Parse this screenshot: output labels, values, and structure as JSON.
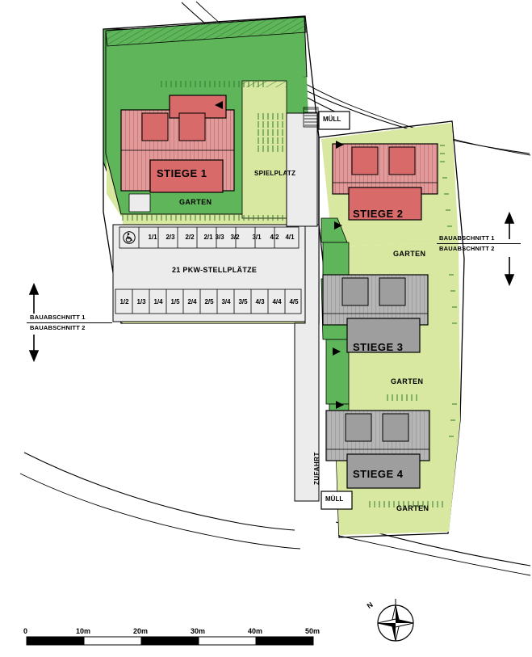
{
  "plan": {
    "buildings": [
      {
        "id": "stiege-1",
        "label": "STIEGE 1",
        "color": "#d96a6a"
      },
      {
        "id": "stiege-2",
        "label": "STIEGE 2",
        "color": "#d96a6a"
      },
      {
        "id": "stiege-3",
        "label": "STIEGE 3",
        "color": "#9e9e9e"
      },
      {
        "id": "stiege-4",
        "label": "STIEGE 4",
        "color": "#9e9e9e"
      }
    ],
    "areas": {
      "garten_1": "GARTEN",
      "garten_2": "GARTEN",
      "garten_3": "GARTEN",
      "garten_4": "GARTEN",
      "spielplatz": "SPIELPLATZ",
      "muell_top": "MÜLL",
      "muell_bottom": "MÜLL",
      "zufahrt": "ZUFAHRT"
    },
    "parking": {
      "title": "21 PKW-STELLPLÄTZE",
      "accessible_icon": "wheelchair-icon",
      "upper_row": [
        "1/1",
        "2/3",
        "2/2",
        "2/1",
        "3/3",
        "3/2",
        "3/1",
        "4/2",
        "4/1"
      ],
      "lower_row": [
        "1/2",
        "1/3",
        "1/4",
        "1/5",
        "2/4",
        "2/5",
        "3/4",
        "3/5",
        "4/3",
        "4/4",
        "4/5"
      ]
    },
    "section_markers": [
      {
        "id": "left",
        "line1": "BAUABSCHNITT 1",
        "line2": "BAUABSCHNITT 2"
      },
      {
        "id": "right",
        "line1": "BAUABSCHNITT 1",
        "line2": "BAUABSCHNITT 2"
      }
    ],
    "compass": {
      "label": "N"
    },
    "scalebar": {
      "ticks": [
        "0",
        "10m",
        "20m",
        "30m",
        "40m",
        "50m"
      ]
    },
    "colors": {
      "lawn_dark": "#5fb65a",
      "lawn_light": "#d9e8a0",
      "building_red": "#d96a6a",
      "building_grey": "#9e9e9e",
      "paving": "#ececec",
      "outline": "#000000"
    }
  }
}
